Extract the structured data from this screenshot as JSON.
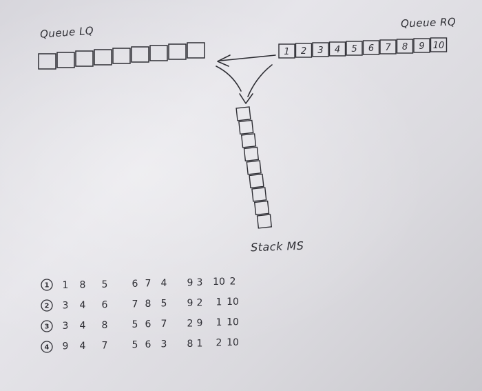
{
  "queue_lq": {
    "title": "Queue LQ",
    "cell_count": 9
  },
  "queue_rq": {
    "title": "Queue RQ",
    "cells": [
      "1",
      "2",
      "3",
      "4",
      "5",
      "6",
      "7",
      "8",
      "9",
      "10"
    ]
  },
  "stack_ms": {
    "title": "Stack MS",
    "cell_count": 9
  },
  "sequences": [
    {
      "num": "1",
      "values": [
        "1",
        "8",
        "5",
        "6",
        "7",
        "4",
        "9",
        "3",
        "10",
        "2"
      ]
    },
    {
      "num": "2",
      "values": [
        "3",
        "4",
        "6",
        "7",
        "8",
        "5",
        "9",
        "2",
        "1",
        "10"
      ]
    },
    {
      "num": "3",
      "values": [
        "3",
        "4",
        "8",
        "5",
        "6",
        "7",
        "2",
        "9",
        "1",
        "10"
      ]
    },
    {
      "num": "4",
      "values": [
        "9",
        "4",
        "7",
        "5",
        "6",
        "3",
        "8",
        "1",
        "2",
        "10"
      ]
    }
  ]
}
